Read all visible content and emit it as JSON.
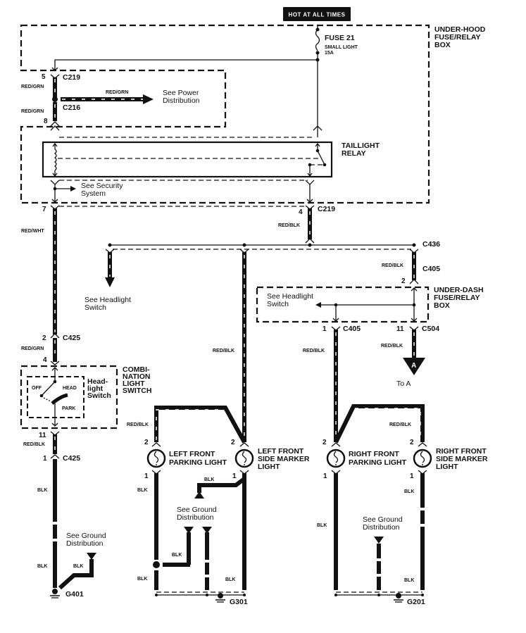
{
  "diagram": {
    "power_badge": "HOT AT ALL TIMES",
    "underhood_box": {
      "line1": "UNDER-HOOD",
      "line2": "FUSE/RELAY",
      "line3": "BOX"
    },
    "fuse": {
      "name": "FUSE 21",
      "circuit": "SMALL LIGHT",
      "rating": "15A"
    },
    "taillight_relay": {
      "line1": "TAILLIGHT",
      "line2": "RELAY"
    },
    "see_power": {
      "line1": "See Power",
      "line2": "Distribution"
    },
    "see_security": {
      "line1": "See Security",
      "line2": "System"
    },
    "see_headlight_left": {
      "line1": "See Headlight",
      "line2": "Switch"
    },
    "see_headlight_underdash": {
      "line1": "See Headlight",
      "line2": "Switch"
    },
    "underdash_box": {
      "line1": "UNDER-DASH",
      "line2": "FUSE/RELAY",
      "line3": "BOX"
    },
    "combination_switch": {
      "line1": "COMBI-",
      "line2": "NATION",
      "line3": "LIGHT",
      "line4": "SWITCH"
    },
    "headlight_switch": {
      "line1": "Head-",
      "line2": "light",
      "line3": "Switch",
      "pos_off": "OFF",
      "pos_head": "HEAD",
      "pos_park": "PARK"
    },
    "connectors": {
      "c219_top": "C219",
      "c216": "C216",
      "c219_bottom": "C219",
      "c436": "C436",
      "c405_top": "C405",
      "c405_bottom": "C405",
      "c504": "C504",
      "c425_top": "C425",
      "c425_bottom": "C425"
    },
    "pins": {
      "p5": "5",
      "p8": "8",
      "p7": "7",
      "p4": "4",
      "p2_c405": "2",
      "p1_c405": "1",
      "p11_c504": "11",
      "p2_c425": "2",
      "p4_sw": "4",
      "p11_sw": "11",
      "p1_c425": "1",
      "lfp_2": "2",
      "lfp_1": "1",
      "lfs_2": "2",
      "lfs_1": "1",
      "rfp_2": "2",
      "rfp_1": "1",
      "rfs_2": "2",
      "rfs_1": "1"
    },
    "wires": {
      "red_grn_1": "RED/GRN",
      "red_grn_2": "RED/GRN",
      "red_grn_3": "RED/GRN",
      "red_grn_4": "RED/GRN",
      "red_wht": "RED/WHT",
      "red_blk_1": "RED/BLK",
      "red_blk_2": "RED/BLK",
      "red_blk_3": "RED/BLK",
      "red_blk_4": "RED/BLK",
      "red_blk_5": "RED/BLK",
      "red_blk_6": "RED/BLK",
      "red_blk_7": "RED/BLK",
      "red_blk_8": "RED/BLK",
      "blk_1": "BLK",
      "blk_2": "BLK",
      "blk_3": "BLK",
      "blk_4": "BLK",
      "blk_5": "BLK",
      "blk_6": "BLK",
      "blk_7": "BLK",
      "blk_8": "BLK",
      "blk_9": "BLK",
      "blk_10": "BLK",
      "blk_11": "BLK"
    },
    "to_a": {
      "marker": "A",
      "label": "To A"
    },
    "lights": {
      "left_parking": {
        "line1": "LEFT FRONT",
        "line2": "PARKING LIGHT"
      },
      "left_side": {
        "line1": "LEFT FRONT",
        "line2": "SIDE MARKER",
        "line3": "LIGHT"
      },
      "right_parking": {
        "line1": "RIGHT FRONT",
        "line2": "PARKING LIGHT"
      },
      "right_side": {
        "line1": "RIGHT FRONT",
        "line2": "SIDE MARKER",
        "line3": "LIGHT"
      }
    },
    "grounds": {
      "g401": "G401",
      "g301": "G301",
      "g201": "G201",
      "see_ground_1": {
        "line1": "See Ground",
        "line2": "Distribution"
      },
      "see_ground_2": {
        "line1": "See Ground",
        "line2": "Distribution"
      },
      "see_ground_3": {
        "line1": "See Ground",
        "line2": "Distribution"
      }
    }
  }
}
